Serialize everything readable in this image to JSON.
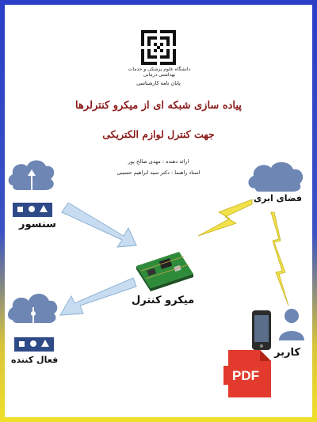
{
  "header": {
    "university": "دانشگاه علوم پزشکی و خدمات بهداشتی درمانی",
    "thesis_type": "پایان نامه کارشناسی"
  },
  "title": {
    "line1": "پیاده سازی شبکه ای از میکرو کنترلرها",
    "line2": "جهت کنترل لوازم الکتریکی"
  },
  "credits": {
    "presenter": "ارائه دهنده : مهدی صالح پور",
    "advisor": "استاد راهنما : دکتر سید ابراهیم حسینی"
  },
  "diagram": {
    "sensor_label": "سنسور",
    "cloud_label": "فضای ابری",
    "micro_label": "میکرو کنترل",
    "actuator_label": "فعال کننده",
    "user_label": "کاربر",
    "pdf_label": "PDF"
  },
  "colors": {
    "title": "#8a1a1a",
    "cloud": "#6d86b4",
    "arrow": "#c7dcf0",
    "bolt": "#f2e14a",
    "pdf": "#e23b2e",
    "border_top": "#2a3ec8",
    "border_bottom": "#f0e02a"
  },
  "icons": [
    "university-logo-icon",
    "sensor-cloud-icon",
    "cloud-icon",
    "circuit-board-icon",
    "actuator-cloud-icon",
    "phone-icon",
    "user-icon",
    "pdf-icon",
    "lightning-icon",
    "arrow-icon"
  ]
}
